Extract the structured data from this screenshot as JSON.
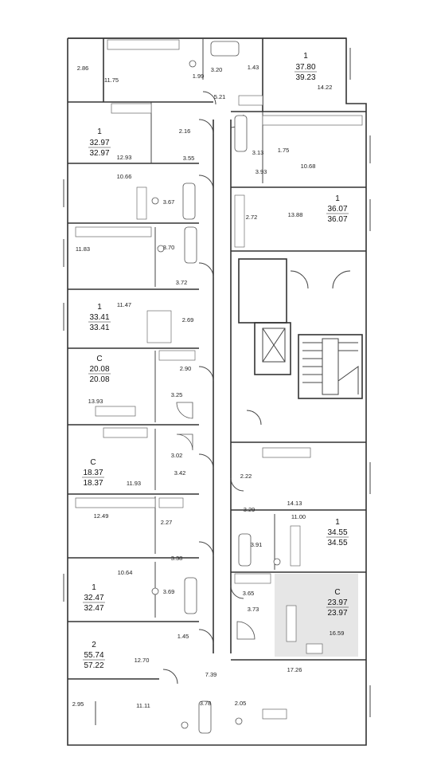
{
  "apartments": [
    {
      "id": "a1",
      "type": "1",
      "total": "37.80",
      "living": "39.23",
      "rooms": [
        "11.75",
        "14.22",
        "2.86",
        "1.99",
        "3.20",
        "1.43",
        "5.21"
      ]
    },
    {
      "id": "a2",
      "type": "1",
      "total": "32.97",
      "living": "32.97",
      "rooms": [
        "12.93",
        "2.16",
        "3.55"
      ]
    },
    {
      "id": "a3",
      "type": "",
      "total": "",
      "living": "",
      "rooms": [
        "10.66",
        "3.67"
      ]
    },
    {
      "id": "a4",
      "type": "",
      "total": "",
      "living": "",
      "rooms": [
        "11.83",
        "3.70",
        "3.72"
      ]
    },
    {
      "id": "a5",
      "type": "1",
      "total": "33.41",
      "living": "33.41",
      "rooms": [
        "11.47",
        "2.69"
      ]
    },
    {
      "id": "a6",
      "type": "С",
      "total": "20.08",
      "living": "20.08",
      "rooms": [
        "13.93",
        "2.90",
        "3.25"
      ]
    },
    {
      "id": "a7",
      "type": "С",
      "total": "18.37",
      "living": "18.37",
      "rooms": [
        "11.93",
        "3.02",
        "3.42"
      ]
    },
    {
      "id": "a8",
      "type": "",
      "total": "",
      "living": "",
      "rooms": [
        "12.49",
        "2.27",
        "3.38"
      ]
    },
    {
      "id": "a9",
      "type": "1",
      "total": "32.47",
      "living": "32.47",
      "rooms": [
        "10.64",
        "3.69"
      ]
    },
    {
      "id": "a10",
      "type": "2",
      "total": "55.74",
      "living": "57.22",
      "rooms": [
        "12.70",
        "1.45",
        "7.39",
        "2.95",
        "11.11",
        "3.78",
        "2.05"
      ]
    },
    {
      "id": "a11",
      "type": "",
      "total": "",
      "living": "",
      "rooms": [
        "3.13",
        "1.75",
        "10.68",
        "3.93"
      ]
    },
    {
      "id": "a12",
      "type": "1",
      "total": "36.07",
      "living": "36.07",
      "rooms": [
        "13.88",
        "2.72"
      ]
    },
    {
      "id": "a13",
      "type": "",
      "total": "",
      "living": "",
      "rooms": [
        "2.22",
        "14.13",
        "3.29"
      ]
    },
    {
      "id": "a14",
      "type": "1",
      "total": "34.55",
      "living": "34.55",
      "rooms": [
        "11.00",
        "3.91"
      ]
    },
    {
      "id": "a15",
      "type": "С",
      "total": "23.97",
      "living": "23.97",
      "rooms": [
        "3.65",
        "3.73",
        "16.59"
      ],
      "highlighted": true
    },
    {
      "id": "a16",
      "type": "",
      "total": "",
      "living": "",
      "rooms": [
        "17.26"
      ]
    }
  ],
  "colors": {
    "highlight": "#e6e6e6",
    "walls": "#333333"
  }
}
